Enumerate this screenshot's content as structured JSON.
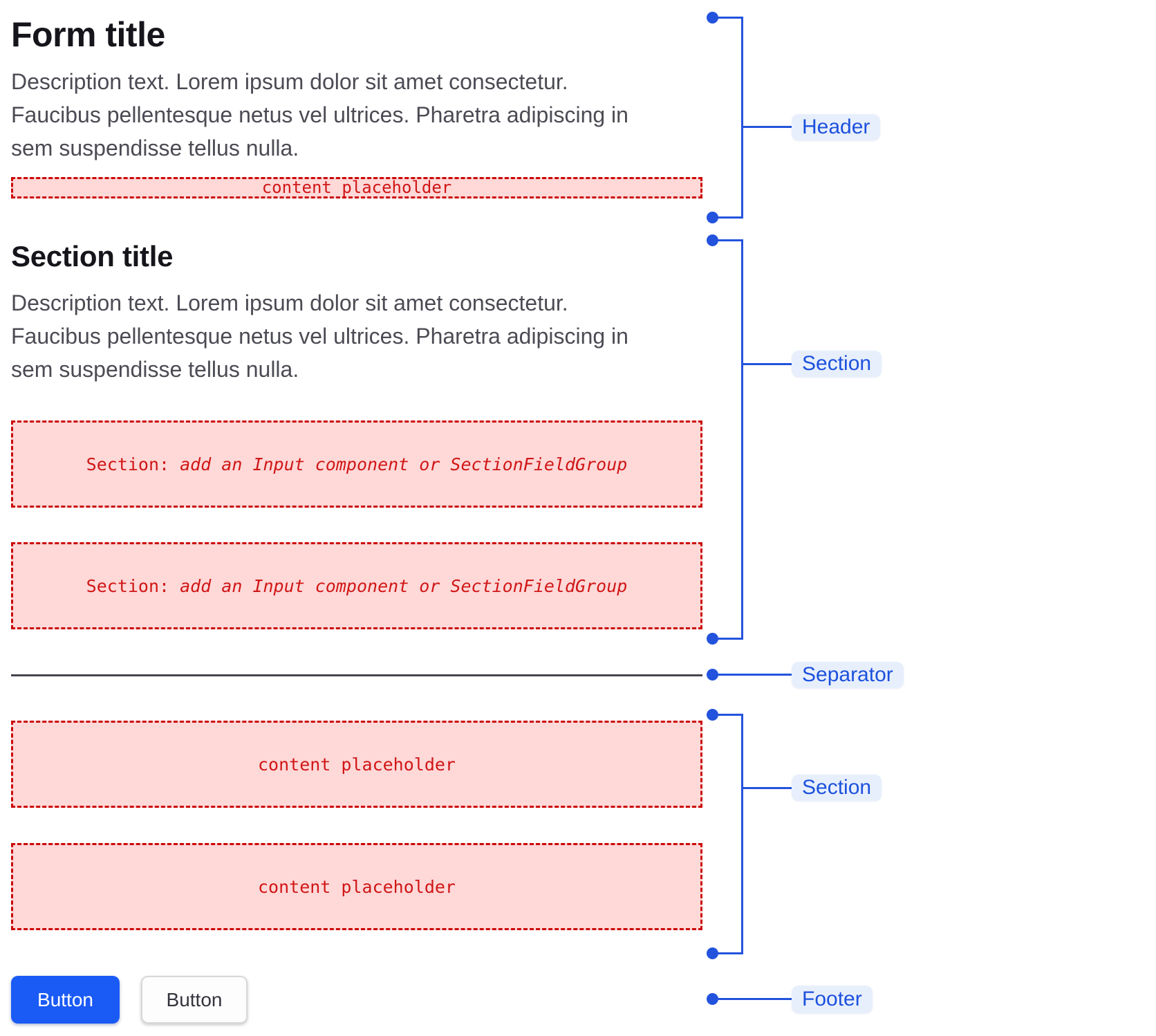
{
  "header": {
    "title": "Form title",
    "description_lines": [
      "Description text. Lorem ipsum dolor sit amet consectetur.",
      "Faucibus pellentesque netus vel ultrices. Pharetra adipiscing in",
      "sem suspendisse tellus nulla."
    ],
    "placeholder": "content placeholder"
  },
  "section": {
    "title": "Section title",
    "description_lines": [
      "Description text. Lorem ipsum dolor sit amet consectetur.",
      "Faucibus pellentesque netus vel ultrices. Pharetra adipiscing in",
      "sem suspendisse tellus nulla."
    ],
    "field_boxes": [
      {
        "prefix": "Section:",
        "note": "add an Input component or SectionFieldGroup"
      },
      {
        "prefix": "Section:",
        "note": "add an Input component or SectionFieldGroup"
      }
    ]
  },
  "content_section": {
    "placeholders": [
      "content placeholder",
      "content placeholder"
    ]
  },
  "footer": {
    "primary_button_label": "Button",
    "secondary_button_label": "Button"
  },
  "annotations": {
    "header": "Header",
    "section_top": "Section",
    "separator": "Separator",
    "section_bottom": "Section",
    "footer": "Footer"
  },
  "colors": {
    "accent_blue": "#2353dd",
    "pill_bg": "#e8effc",
    "pill_text": "#1c51dd",
    "placeholder_bg": "#ffd8d8",
    "placeholder_border": "#cb0606",
    "placeholder_text": "#d01616",
    "primary_button_bg": "#1a5af5",
    "secondary_button_border": "#d8d8d8",
    "separator_line": "#45454e",
    "heading_text": "#15151b",
    "description_text": "#4b4b54"
  }
}
